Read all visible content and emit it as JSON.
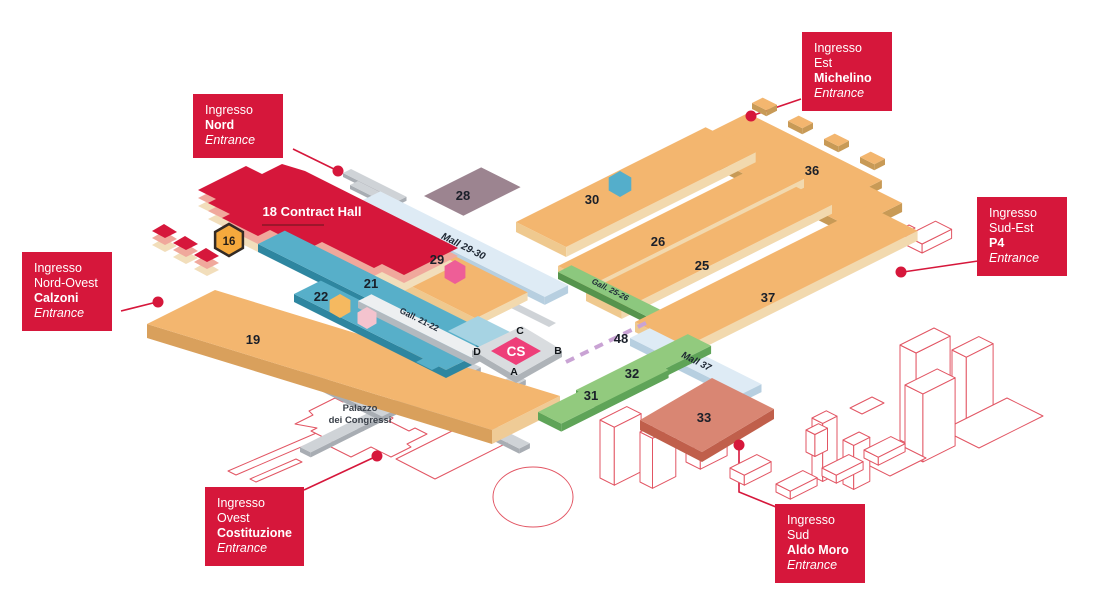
{
  "map_name": "exhibition-centre-venue-map",
  "colors": {
    "brand_red": "#D6173B",
    "hall_orange": "#F3B66F",
    "hall_teal": "#57AFC9",
    "hall_green": "#92CA7E",
    "hall_salmon": "#D98673",
    "hall_mauve": "#9C8490",
    "mall_blue": "#DEEBF5",
    "walkway_gray": "#CFD3D7",
    "gallery_green": "#8CC87E",
    "cs_pink": "#EE3F79",
    "outline_red": "#E25563",
    "dash_purple": "#C9A3D4",
    "hex_blue": "#54AECB",
    "hex_pink": "#EE5E97",
    "hex_orange": "#F5B960",
    "hex_pale_pink": "#F4C3CE",
    "badge_orange": "#F5A93D"
  },
  "entrances": {
    "nord": {
      "prefix": "Ingresso",
      "name": "Nord",
      "suffix": "Entrance"
    },
    "michelino": {
      "prefix": "Ingresso",
      "region": "Est",
      "name": "Michelino",
      "suffix": "Entrance"
    },
    "calzoni": {
      "prefix": "Ingresso",
      "region": "Nord-Ovest",
      "name": "Calzoni",
      "suffix": "Entrance"
    },
    "p4": {
      "prefix": "Ingresso",
      "region": "Sud-Est",
      "name": "P4",
      "suffix": "Entrance"
    },
    "costituzione": {
      "prefix": "Ingresso",
      "region": "Ovest",
      "name": "Costituzione",
      "suffix": "Entrance"
    },
    "aldo_moro": {
      "prefix": "Ingresso",
      "region": "Sud",
      "name": "Aldo Moro",
      "suffix": "Entrance"
    }
  },
  "halls": {
    "h16": "16",
    "h18": "18 Contract Hall",
    "h19": "19",
    "h21": "21",
    "h22": "22",
    "h25": "25",
    "h26": "26",
    "h28": "28",
    "h29": "29",
    "h30": "30",
    "h31": "31",
    "h32": "32",
    "h33": "33",
    "h36": "36",
    "h37": "37",
    "h48": "48"
  },
  "walkways": {
    "mall_29_30": "Mall 29-30",
    "mall_37": "Mall 37",
    "gall_21_22": "Gall. 21-22",
    "gall_25_26": "Gall. 25-26"
  },
  "center_services": {
    "label": "CS",
    "corners": {
      "a": "A",
      "b": "B",
      "c": "C",
      "d": "D"
    }
  },
  "buildings": {
    "palazzo_line1": "Palazzo",
    "palazzo_line2": "dei Congressi"
  }
}
